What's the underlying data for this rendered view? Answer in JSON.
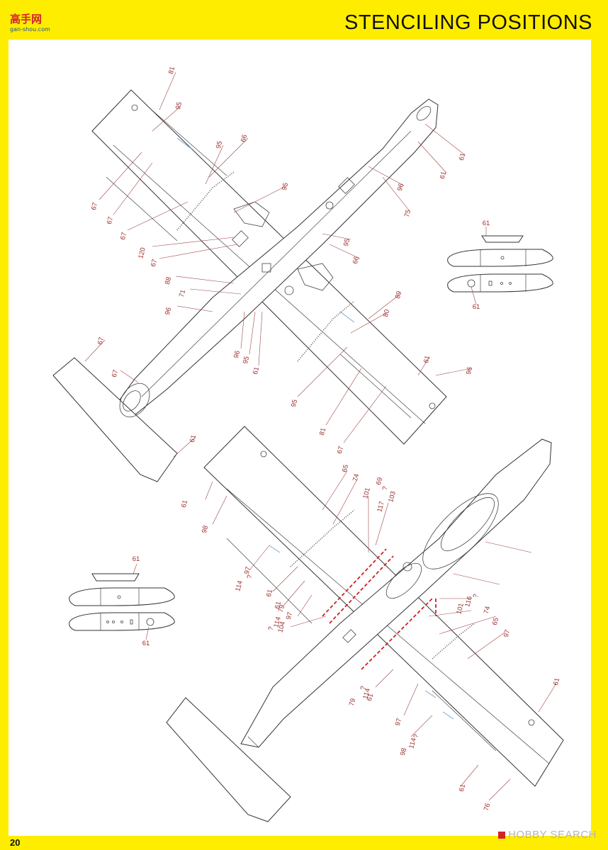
{
  "page": {
    "title": "STENCILING POSITIONS",
    "page_number": "20",
    "logo_text": "高手网",
    "logo_url": "gan-shou.com",
    "watermark": "HOBBY SEARCH"
  },
  "colors": {
    "frame": "#ffed00",
    "label": "#9b2f2f",
    "outline": "#333333",
    "dashed_line": "#cc2222"
  },
  "upper_view_labels": [
    "81",
    "95",
    "66",
    "95",
    "95",
    "61",
    "61",
    "96",
    "75",
    "67",
    "67",
    "67",
    "120",
    "67",
    "88",
    "71",
    "96",
    "96",
    "95",
    "61",
    "89",
    "80",
    "66",
    "95",
    "61",
    "96",
    "95",
    "81",
    "67",
    "67",
    "67",
    "61"
  ],
  "lower_view_labels": [
    "65",
    "74",
    "69",
    "?",
    "101",
    "103",
    "117",
    "98",
    "97",
    "?",
    "114",
    "61",
    "61",
    "79",
    "97",
    "?",
    "114",
    "104",
    "?",
    "116",
    "101",
    "74",
    "65",
    "97",
    "?",
    "114",
    "79",
    "61",
    "97",
    "?",
    "114",
    "98",
    "61",
    "76",
    "61",
    "61"
  ],
  "tank_upper_labels": [
    "61",
    "61"
  ],
  "tank_lower_labels": [
    "61",
    "61"
  ]
}
